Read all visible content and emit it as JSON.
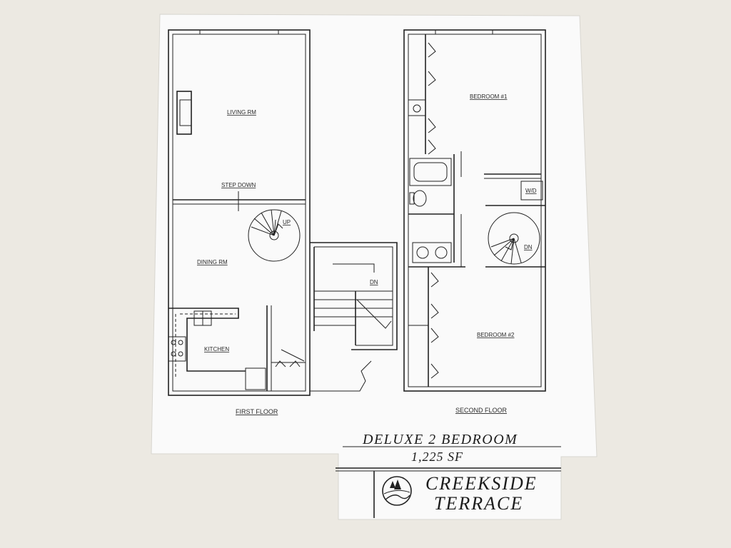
{
  "floor_plan": {
    "first_floor": {
      "label": "FIRST FLOOR",
      "rooms": [
        {
          "id": "living",
          "label": "LIVING RM"
        },
        {
          "id": "dining",
          "label": "DINING RM"
        },
        {
          "id": "kitchen",
          "label": "KITCHEN"
        }
      ],
      "step_label": "STEP DOWN",
      "stair_up_label": "UP",
      "entry_stair_label": "DN"
    },
    "second_floor": {
      "label": "SECOND FLOOR",
      "rooms": [
        {
          "id": "bedroom1",
          "label": "BEDROOM #1"
        },
        {
          "id": "bedroom2",
          "label": "BEDROOM #2"
        }
      ],
      "laundry_label": "W/D",
      "stair_down_label": "DN"
    }
  },
  "title_block": {
    "unit_name": "DELUXE 2 BEDROOM",
    "area": "1,225 SF",
    "brand_line1": "CREEKSIDE",
    "brand_line2": "TERRACE"
  },
  "colors": {
    "background": "#ece9e2",
    "paper": "#fafafa",
    "ink": "#222222"
  }
}
